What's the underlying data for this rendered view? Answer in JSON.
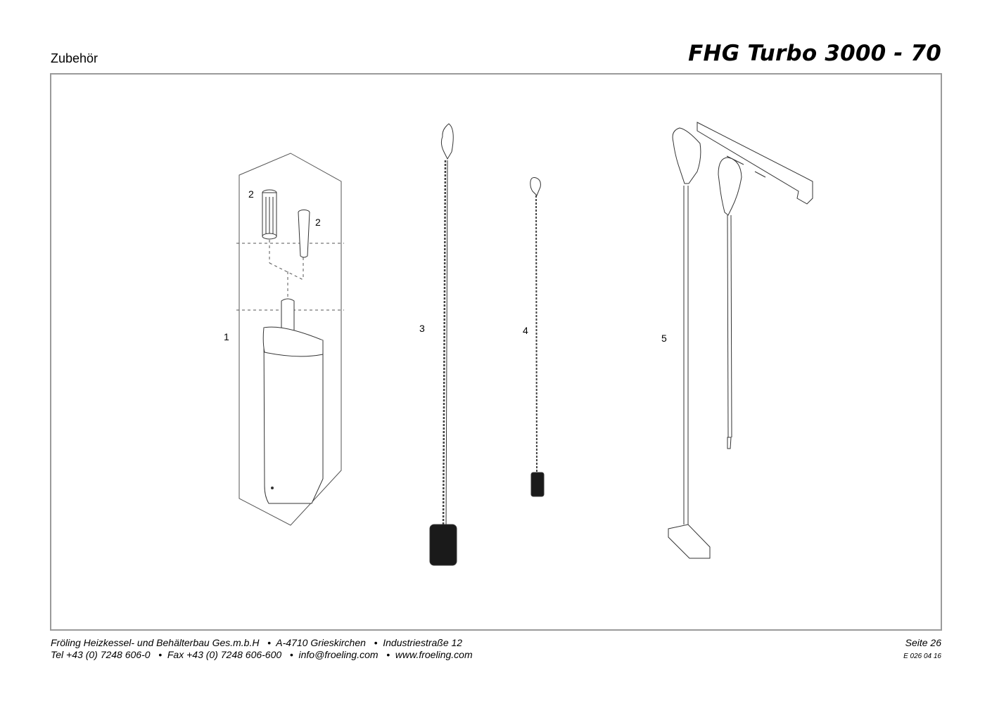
{
  "header": {
    "section": "Zubehör",
    "title": "FHG Turbo 3000 - 70"
  },
  "callouts": {
    "c1": "1",
    "c2a": "2",
    "c2b": "2",
    "c3": "3",
    "c4": "4",
    "c5": "5"
  },
  "footer": {
    "line1": "Fröling Heizkessel- und Behälterbau Ges.m.b.H   •  A-4710 Grieskirchen   •  Industriestraße 12",
    "line2": "Tel +43 (0) 7248 606-0   •  Fax +43 (0) 7248 606-600   •  info@froeling.com   •  www.froeling.com",
    "page": "Seite 26",
    "docnum": "E 026 04 16"
  }
}
